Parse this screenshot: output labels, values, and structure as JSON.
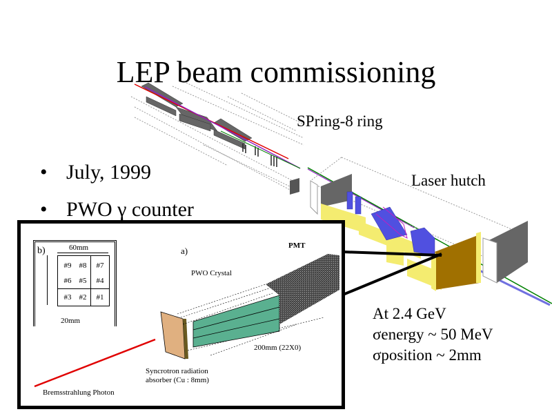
{
  "slide": {
    "title": "LEP beam commissioning",
    "bullets": [
      {
        "marker": "•",
        "text": "July, 1999"
      },
      {
        "marker": "•",
        "text": "PWO γ counter"
      }
    ],
    "labels": {
      "ring": "SPring-8 ring",
      "hutch": "Laser hutch"
    },
    "results": {
      "line1": "At 2.4 GeV",
      "line2": "σenergy ~ 50 MeV",
      "line3": "σposition ~ 2mm"
    }
  },
  "inset": {
    "panel_b": {
      "tag": "b)",
      "width_label": "60mm",
      "cell_label": "20mm",
      "cells": [
        [
          "#9",
          "#8",
          "#7"
        ],
        [
          "#6",
          "#5",
          "#4"
        ],
        [
          "#3",
          "#2",
          "#1"
        ]
      ]
    },
    "panel_a": {
      "tag": "a)",
      "pmt_label": "PMT",
      "crystal_label": "PWO Crystal",
      "length_label": "200mm (22X0)",
      "absorber_line1": "Syncrotron radiation",
      "absorber_line2": "absorber (Cu : 8mm)",
      "photon_label": "Bremsstrahlung Photon"
    }
  },
  "colors": {
    "beam_red": "#e00000",
    "beam_green": "#008000",
    "beam_purple": "#9020c0",
    "equipment_blue": "#5050e0",
    "hutch_yellow": "#f4ec70",
    "hutch_dark_yellow": "#a07000",
    "magnet_gray": "#606060",
    "crystal_green": "#5ab090",
    "absorber_copper": "#e0b080"
  }
}
